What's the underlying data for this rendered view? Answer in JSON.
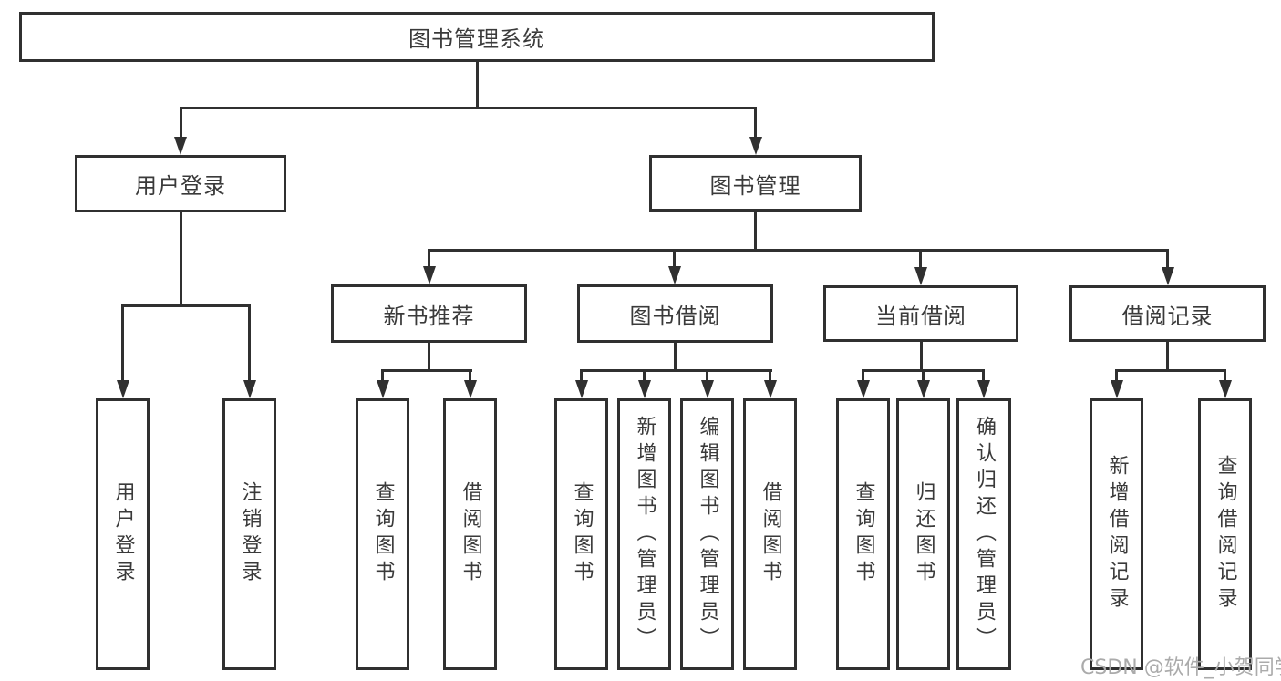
{
  "root": "图书管理系统",
  "level2": {
    "login": "用户登录",
    "mgmt": "图书管理"
  },
  "level3": [
    "新书推荐",
    "图书借阅",
    "当前借阅",
    "借阅记录"
  ],
  "leaves": {
    "login": [
      "用户登录",
      "注销登录"
    ],
    "recommend": [
      "查询图书",
      "借阅图书"
    ],
    "borrow": [
      "查询图书",
      "新增图书（管理员）",
      "编辑图书（管理员）",
      "借阅图书"
    ],
    "current": [
      "查询图书",
      "归还图书",
      "确认归还（管理员）"
    ],
    "records": [
      "新增借阅记录",
      "查询借阅记录"
    ]
  },
  "watermark": "CSDN @软件_小贺同学",
  "colors": {
    "line": "#303030",
    "text": "#3a3a3a",
    "watermark": "#ababab"
  }
}
